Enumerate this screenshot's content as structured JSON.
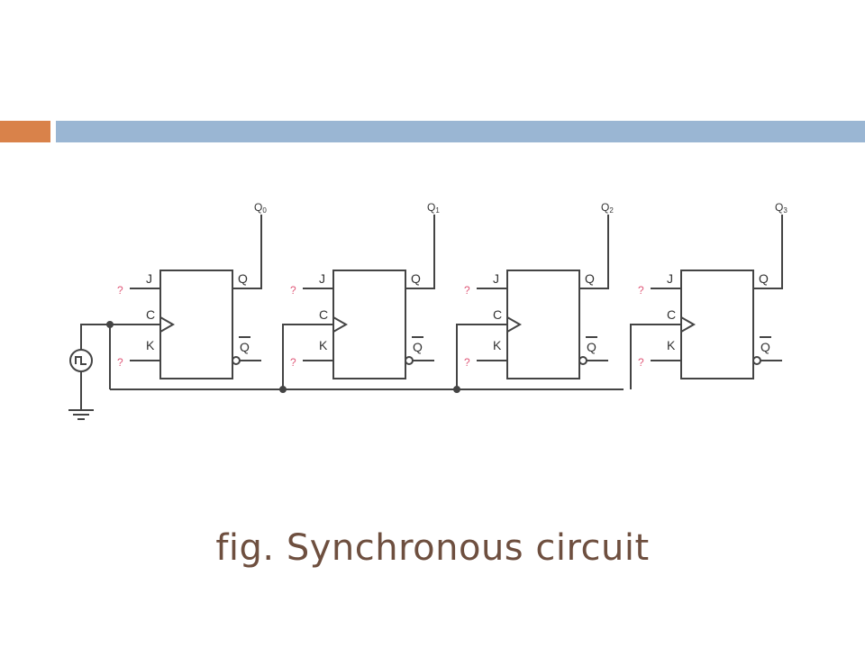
{
  "slide": {
    "caption": "fig. Synchronous circuit",
    "accent_left_color": "#d9824a",
    "accent_right_color": "#9ab6d3",
    "caption_color": "#6e4f3f"
  },
  "diagram": {
    "pin_labels": {
      "j": "J",
      "k": "K",
      "c": "C",
      "q": "Q",
      "qbar": "Q"
    },
    "input_marker": "?",
    "input_marker_color": "#e05a7a",
    "outputs": [
      {
        "main": "Q",
        "sub": "0"
      },
      {
        "main": "Q",
        "sub": "1"
      },
      {
        "main": "Q",
        "sub": "2"
      },
      {
        "main": "Q",
        "sub": "3"
      }
    ]
  }
}
